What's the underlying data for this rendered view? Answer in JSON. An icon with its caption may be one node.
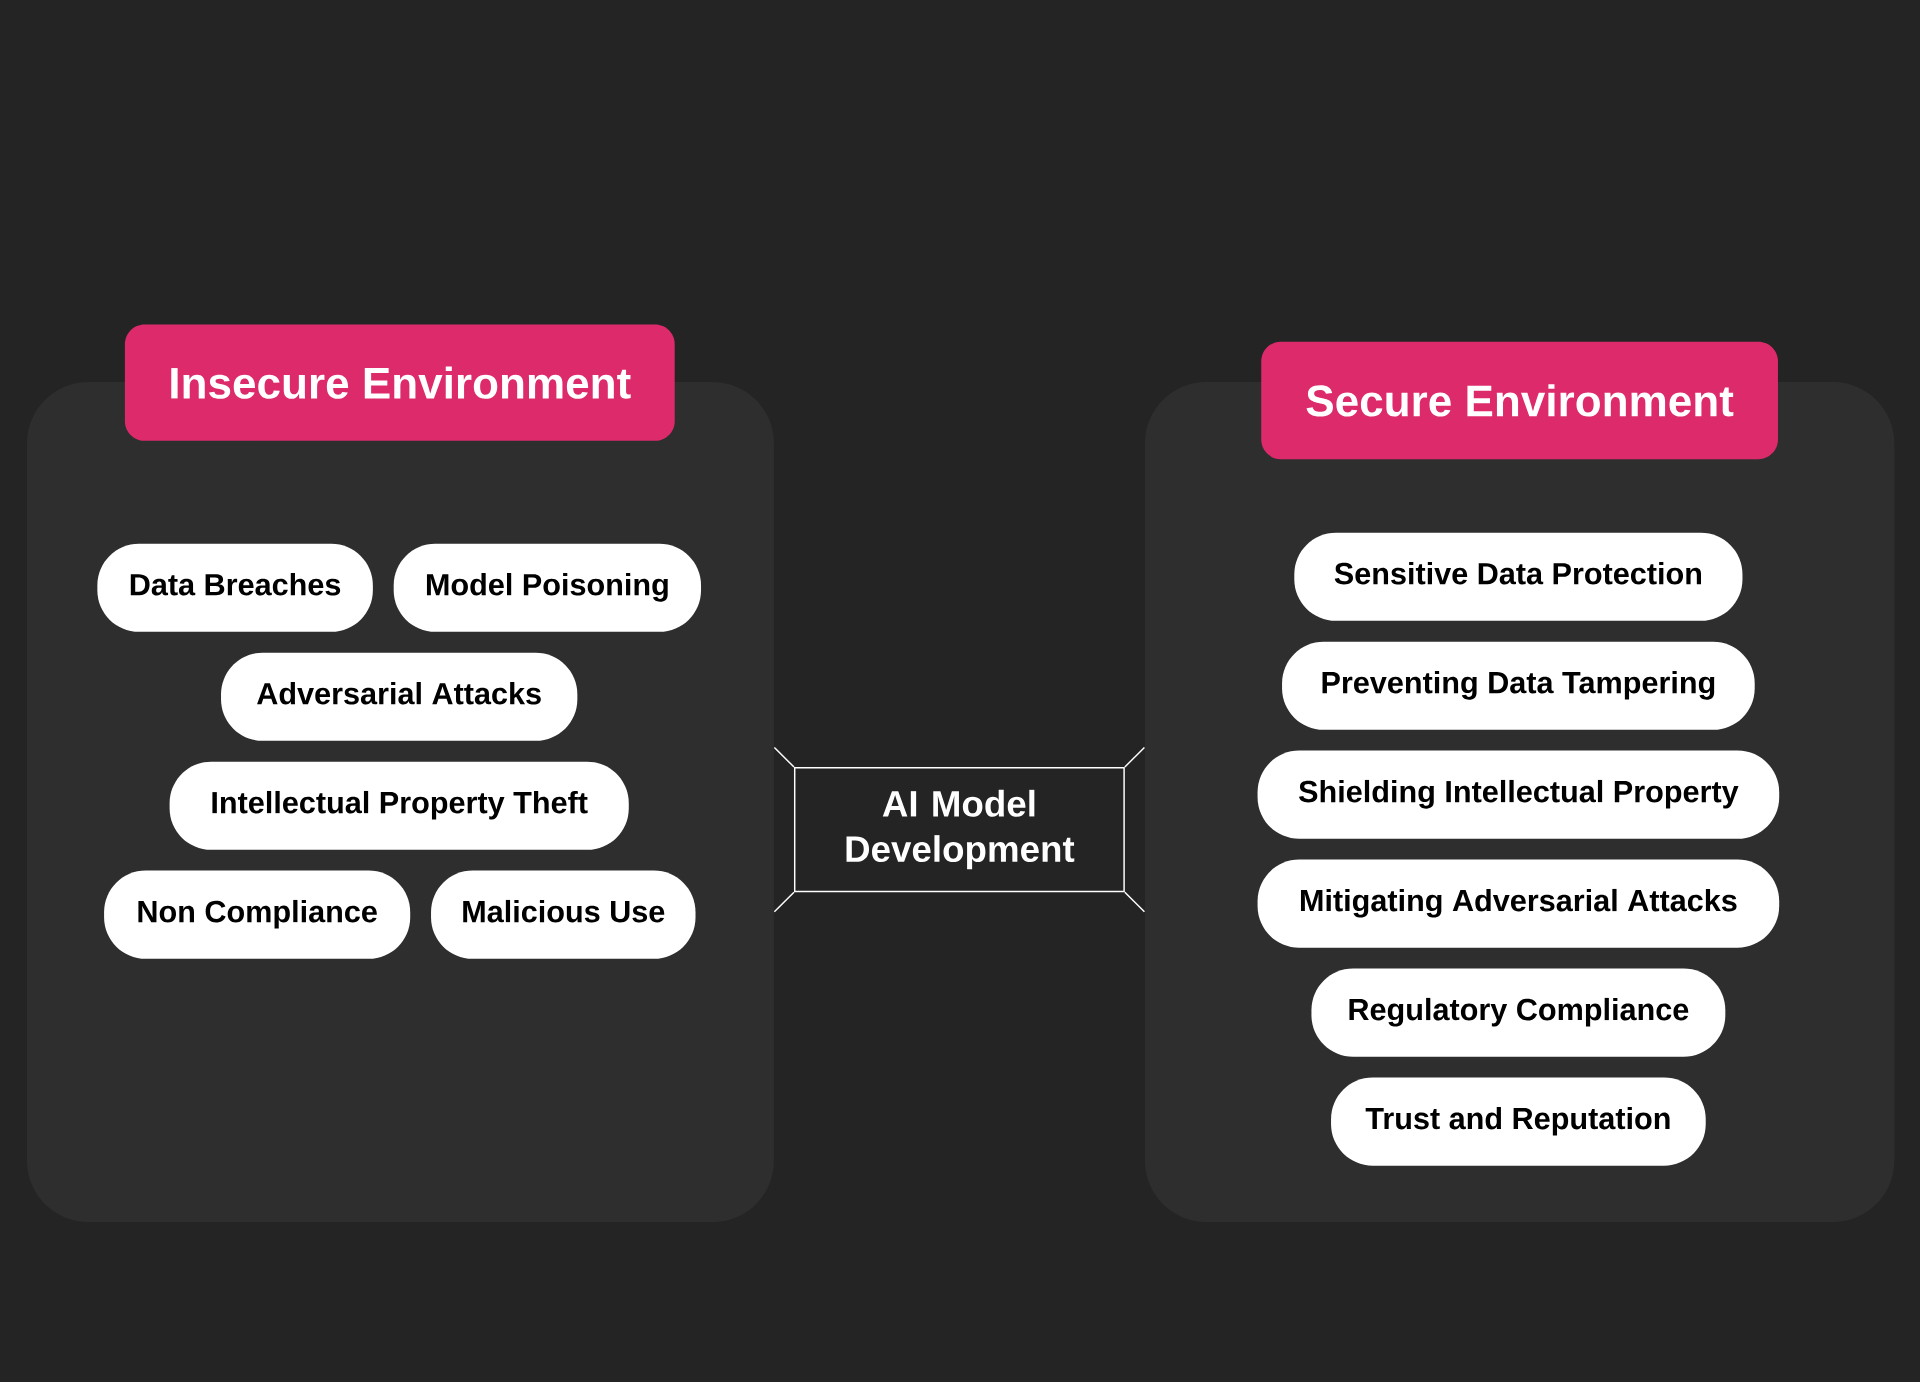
{
  "diagram": {
    "nodes": [
      {
        "text": [
          "Insecure Environment"
        ]
      },
      {
        "text": [
          "Data Breaches"
        ],
        "in": 0
      },
      {
        "text": [
          "Model Poisoning"
        ],
        "in": 0
      },
      {
        "text": [
          "Adversarial Attacks"
        ],
        "in": 0
      },
      {
        "text": [
          "Intellectual Property Theft"
        ],
        "in": 0
      },
      {
        "text": [
          "Non Compliance"
        ],
        "in": 0
      },
      {
        "text": [
          "Malicious Use"
        ],
        "in": 0
      },
      {
        "text": [
          "AI Model Development"
        ]
      },
      {
        "text": [
          "Secure Environment"
        ]
      },
      {
        "text": [
          "Sensitive Data Protection"
        ],
        "in": 8
      },
      {
        "text": [
          "Preventing Data Tampering"
        ],
        "in": 8
      },
      {
        "text": [
          "Shielding Intellectual Property"
        ],
        "in": 8
      },
      {
        "text": [
          "Mitigating Adversarial Attacks"
        ],
        "in": 8
      },
      {
        "text": [
          "Regulatory Compliance"
        ],
        "in": 8
      },
      {
        "text": [
          "Trust and Reputation"
        ],
        "in": 8
      }
    ],
    "edges": [
      {
        "from": 7,
        "to": 0,
        "arrow": "none"
      },
      {
        "from": 7,
        "to": 0,
        "arrow": "none"
      },
      {
        "from": 7,
        "to": 8,
        "arrow": "none"
      },
      {
        "from": 7,
        "to": 8,
        "arrow": "none"
      }
    ]
  }
}
